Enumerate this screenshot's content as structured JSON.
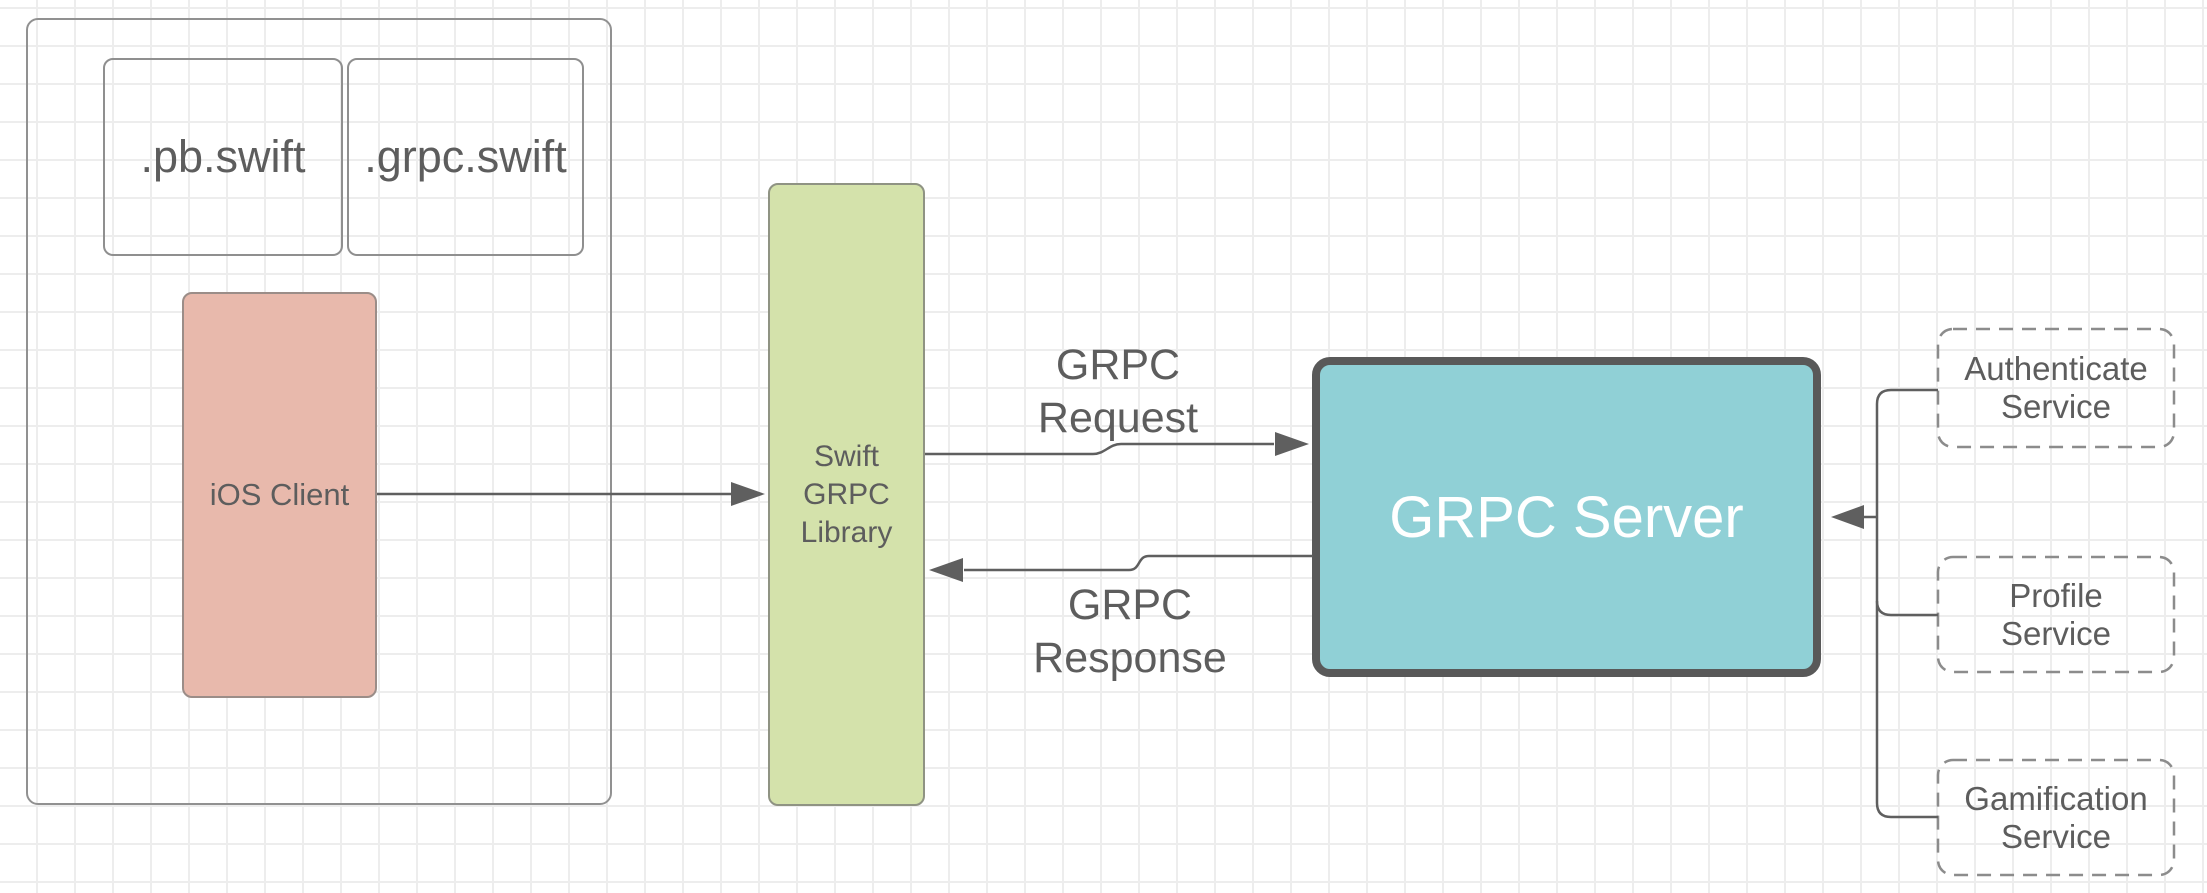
{
  "diagram": {
    "client_group": {
      "pb_file_label": ".pb.swift",
      "grpc_file_label": ".grpc.swift",
      "ios_client_label": "iOS Client"
    },
    "library": {
      "lines": [
        "Swift",
        "GRPC",
        "Library"
      ]
    },
    "server": {
      "label": "GRPC Server"
    },
    "connectors": {
      "request_label": "GRPC Request",
      "response_label": "GRPC Response"
    },
    "services": [
      {
        "label": "Authenticate Service"
      },
      {
        "label": "Profile Service"
      },
      {
        "label": "Gamification Service"
      }
    ],
    "colors": {
      "ios_client_fill": "#e8b9ac",
      "library_fill": "#d4e2ab",
      "server_fill": "#90d0d6",
      "server_border": "#595959",
      "line": "#5f5f5f",
      "text": "#5d5d5d",
      "grid_line": "#ededed",
      "background": "#ffffff"
    }
  }
}
